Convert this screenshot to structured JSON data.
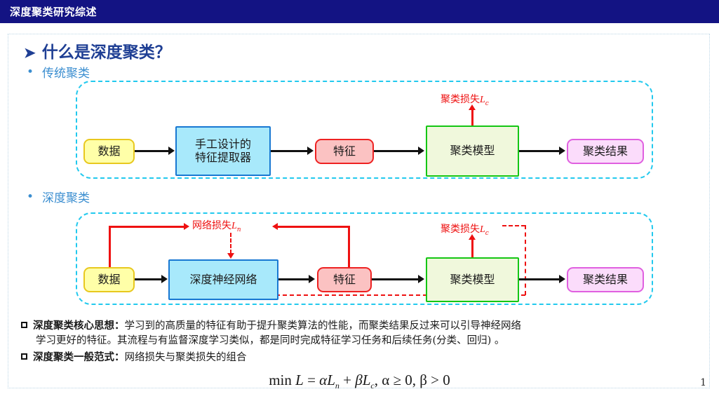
{
  "slide": {
    "title": "深度聚类研究综述",
    "page_number": "1",
    "heading": "什么是深度聚类？",
    "heading_bullet_icon": "triangle-right-bullet"
  },
  "sections": [
    {
      "label": "传统聚类"
    },
    {
      "label": "深度聚类"
    }
  ],
  "diagram_traditional": {
    "nodes": {
      "data": "数据",
      "extractor": "手工设计的\n特征提取器",
      "extractor_line1": "手工设计的",
      "extractor_line2": "特征提取器",
      "feature": "特征",
      "model": "聚类模型",
      "result": "聚类结果"
    },
    "loss_label": "聚类损失",
    "loss_symbol": "L",
    "loss_subscript": "c"
  },
  "diagram_deep": {
    "nodes": {
      "data": "数据",
      "network": "深度神经网络",
      "feature": "特征",
      "model": "聚类模型",
      "result": "聚类结果"
    },
    "network_loss_label": "网络损失",
    "network_loss_symbol": "L",
    "network_loss_subscript": "n",
    "cluster_loss_label": "聚类损失",
    "cluster_loss_symbol": "L",
    "cluster_loss_subscript": "c"
  },
  "notes": [
    {
      "title": "深度聚类核心思想：",
      "body_line1": "学习到的高质量的特征有助于提升聚类算法的性能，而聚类结果反过来可以引导神经网络",
      "body_line2": "学习更好的特征。其流程与有监督深度学习类似，都是同时完成特征学习任务和后续任务(分类、回归) 。"
    },
    {
      "title": "深度聚类一般范式：",
      "body_line1": "网络损失与聚类损失的组合"
    }
  ],
  "formula": {
    "prefix": "min ",
    "L": "L",
    "equals": " = ",
    "alpha": "α",
    "Ln": "L",
    "Ln_sub": "n",
    "plus": " + ",
    "beta": "β",
    "Lc": "L",
    "Lc_sub": "c",
    "conditions": ", α ≥ 0, β > 0"
  },
  "colors": {
    "titlebar": "#131383",
    "heading": "#1f3f94",
    "subbullet": "#3b8ed0",
    "cyan_container": "#22c9ee",
    "red": "#ee1111",
    "data_fill": "#ffffa8",
    "network_fill": "#a8e9fb",
    "feature_fill": "#fbc2c2",
    "model_fill": "#f0f8dc",
    "result_fill": "#fbdcfb"
  }
}
